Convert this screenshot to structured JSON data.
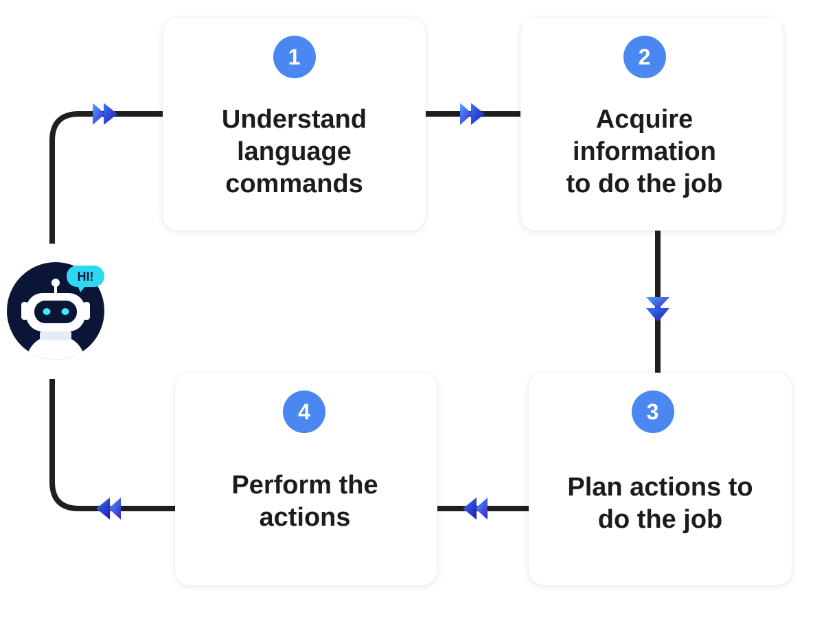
{
  "steps": [
    {
      "number": "1",
      "lines": [
        "Understand",
        "language",
        "commands"
      ]
    },
    {
      "number": "2",
      "lines": [
        "Acquire",
        "information",
        "to do the job"
      ]
    },
    {
      "number": "3",
      "lines": [
        "Plan actions to",
        "do the job"
      ]
    },
    {
      "number": "4",
      "lines": [
        "Perform the",
        "actions"
      ]
    }
  ],
  "robot": {
    "speech_bubble": "HI!"
  },
  "colors": {
    "badge": "#4a87f0",
    "connector": "#1f1f1f",
    "arrow_light": "#4aa4ff",
    "arrow_dark": "#3d1fc7",
    "robot_bg": "#0b1535",
    "robot_eyes": "#3ee8ff",
    "bubble": "#2fd8f2"
  }
}
